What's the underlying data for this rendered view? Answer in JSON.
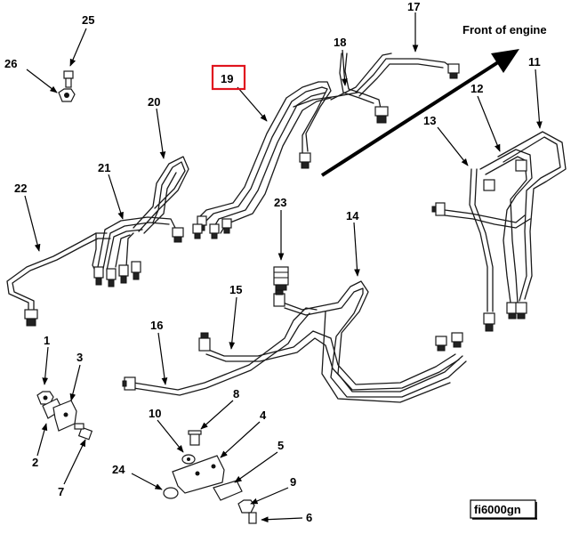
{
  "caption": "Front of engine",
  "figure_id": "fi6000gn",
  "highlighted_callout": "19",
  "callouts": {
    "c1": "1",
    "c2": "2",
    "c3": "3",
    "c4": "4",
    "c5": "5",
    "c6": "6",
    "c7": "7",
    "c8": "8",
    "c9": "9",
    "c10": "10",
    "c11": "11",
    "c12": "12",
    "c13": "13",
    "c14": "14",
    "c15": "15",
    "c16": "16",
    "c17": "17",
    "c18": "18",
    "c19": "19",
    "c20": "20",
    "c21": "21",
    "c22": "22",
    "c23": "23",
    "c24": "24",
    "c25": "25",
    "c26": "26"
  },
  "colors": {
    "highlight": "#e0141e",
    "ink": "#1a1a1a"
  }
}
